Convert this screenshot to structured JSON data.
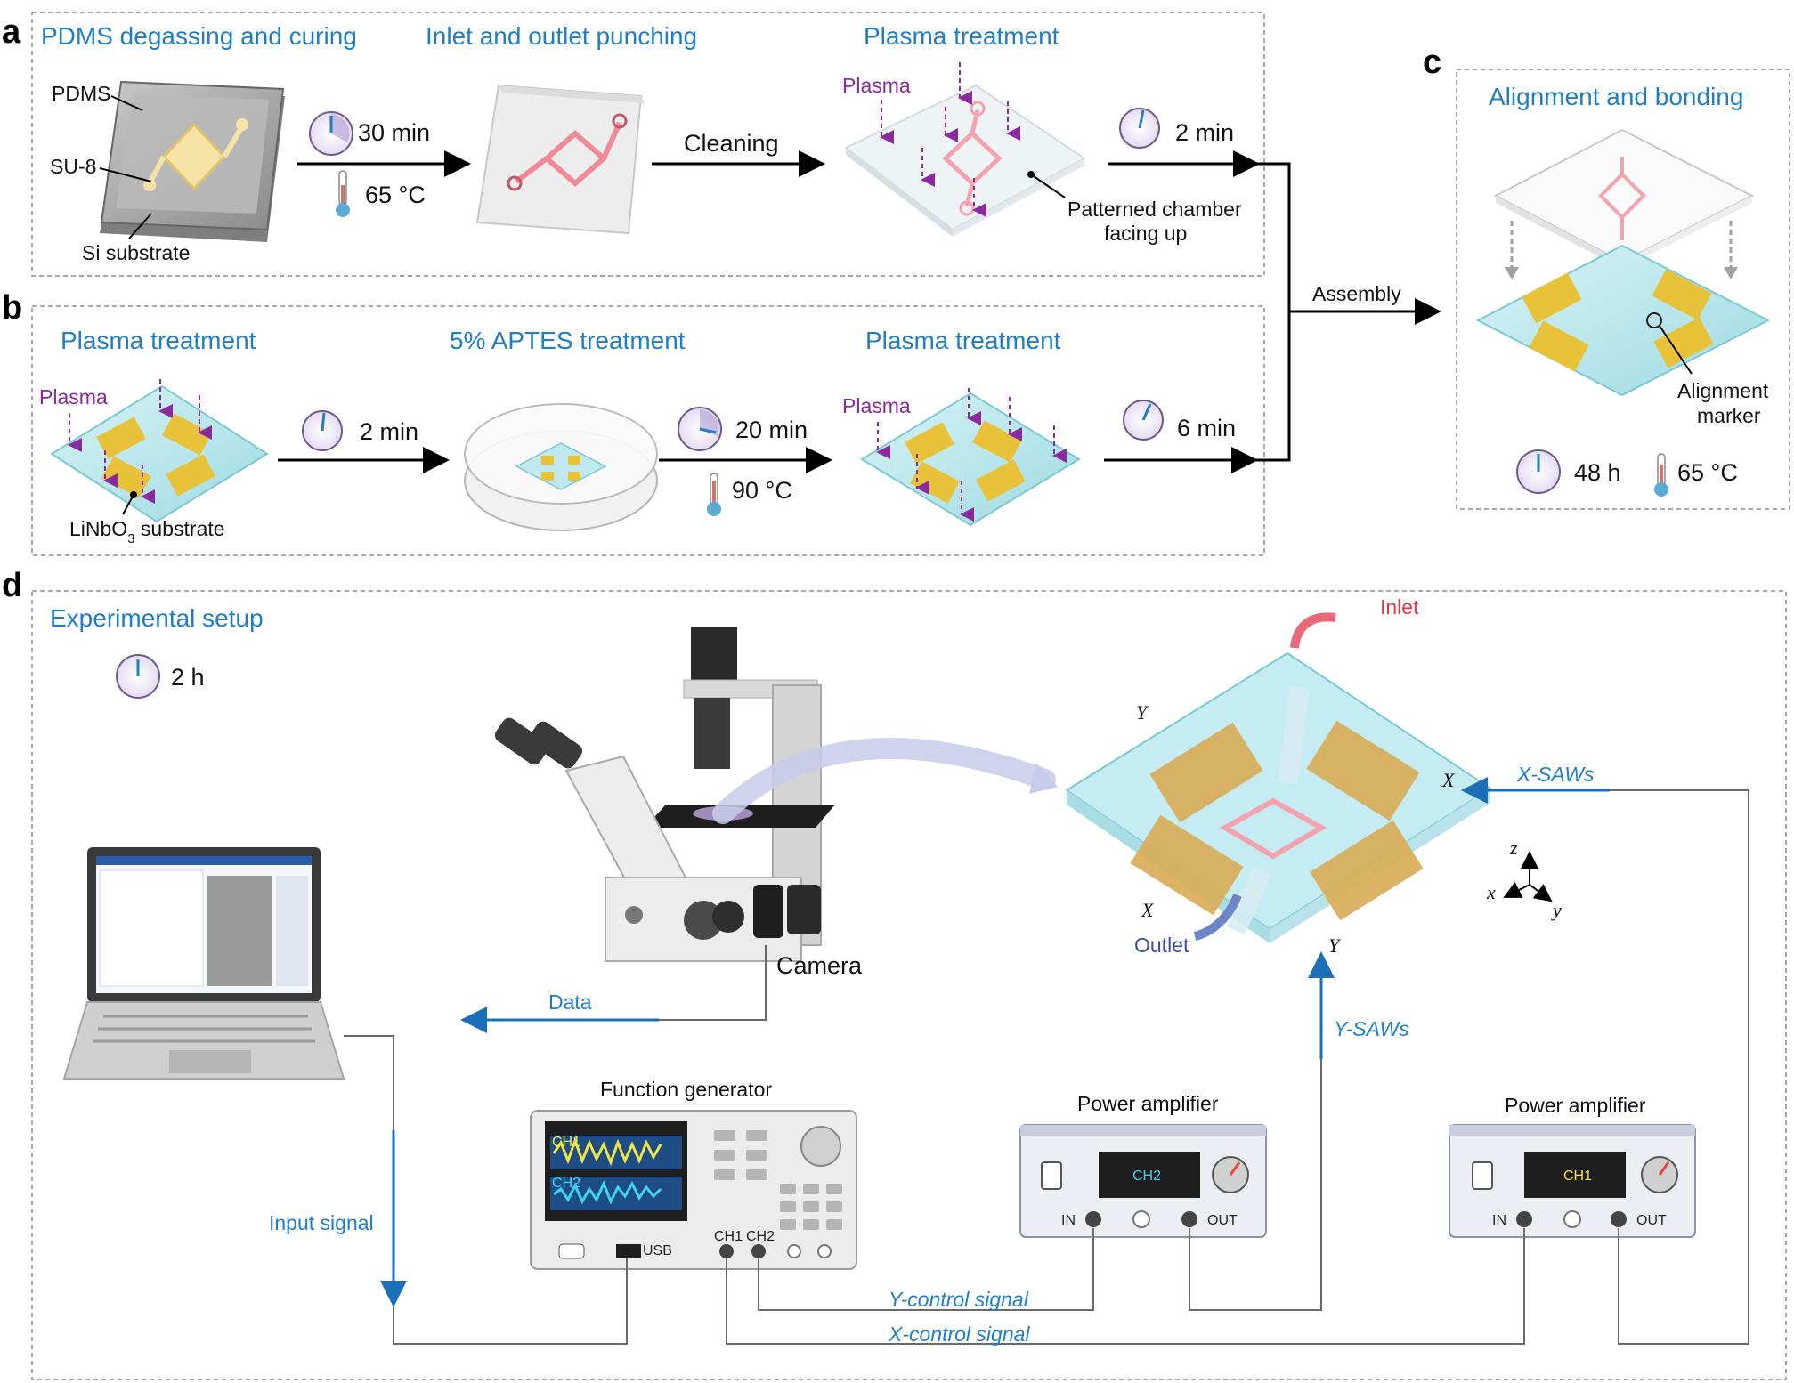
{
  "panels": {
    "a": {
      "letter": "a",
      "steps": [
        "PDMS degassing and curing",
        "Inlet and outlet punching",
        "Plasma treatment"
      ],
      "labels": {
        "pdms": "PDMS",
        "su8": "SU-8",
        "si": "Si substrate",
        "plasma": "Plasma",
        "patterned_1": "Patterned chamber",
        "patterned_2": "facing up",
        "cleaning": "Cleaning"
      },
      "conditions": {
        "time1": "30 min",
        "temp1": "65 °C",
        "time2": "2 min"
      }
    },
    "b": {
      "letter": "b",
      "steps": [
        "Plasma treatment",
        "5% APTES treatment",
        "Plasma treatment"
      ],
      "labels": {
        "plasma1": "Plasma",
        "plasma2": "Plasma",
        "substrate": "LiNbO",
        "substrate_sub": "3",
        "substrate_tail": " substrate"
      },
      "conditions": {
        "time1": "2 min",
        "time2": "20 min",
        "temp2": "90 °C",
        "time3": "6 min"
      }
    },
    "c": {
      "letter": "c",
      "title": "Alignment and bonding",
      "labels": {
        "marker_1": "Alignment",
        "marker_2": "marker",
        "assembly": "Assembly"
      },
      "conditions": {
        "time": "48 h",
        "temp": "65 °C"
      }
    },
    "d": {
      "letter": "d",
      "title": "Experimental setup",
      "time": "2 h",
      "labels": {
        "camera": "Camera",
        "data": "Data",
        "function_generator": "Function generator",
        "power_amp_1": "Power amplifier",
        "power_amp_2": "Power amplifier",
        "input_signal": "Input signal",
        "y_control": "Y-control signal",
        "x_control": "X-control signal",
        "y_saws": "Y-SAWs",
        "x_saws": "X-SAWs",
        "inlet": "Inlet",
        "outlet": "Outlet",
        "usb": "USB",
        "ch1": "CH1",
        "ch2": "CH2",
        "in": "IN",
        "out": "OUT",
        "amp_ch2": "CH2",
        "amp_ch1": "CH1",
        "screen_ch1": "CH1",
        "screen_ch2": "CH2",
        "axis_x": "X",
        "axis_y": "Y",
        "axis_x2": "X",
        "axis_y2": "Y",
        "coord_z": "z",
        "coord_x": "x",
        "coord_y": "y"
      }
    }
  },
  "colors": {
    "title_blue": "#1f7ec4",
    "plasma_purple": "#8a2a9e",
    "signal_blue": "#1a6fb8",
    "gold": "#e8c33a",
    "substrate": "#bfe9ef",
    "channel": "#f08a96"
  }
}
